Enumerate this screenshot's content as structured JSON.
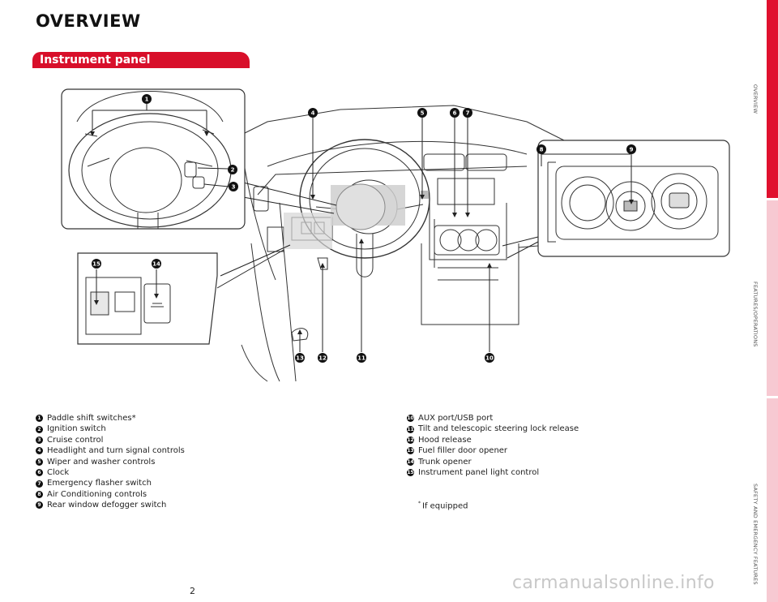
{
  "page": {
    "title": "OVERVIEW",
    "section": "Instrument panel",
    "page_number": "2"
  },
  "side_nav": [
    {
      "label": "OVERVIEW",
      "color": "#e0102e"
    },
    {
      "label": "FEATURES/OPERATIONS",
      "color": "#f7c9d2"
    },
    {
      "label": "SAFETY AND EMERGENCY FEATURES",
      "color": "#f7c9d2"
    }
  ],
  "legend_left": [
    {
      "num": "1",
      "text": "Paddle shift switches*"
    },
    {
      "num": "2",
      "text": "Ignition switch"
    },
    {
      "num": "3",
      "text": "Cruise control"
    },
    {
      "num": "4",
      "text": "Headlight and turn signal controls"
    },
    {
      "num": "5",
      "text": "Wiper and washer controls"
    },
    {
      "num": "6",
      "text": "Clock"
    },
    {
      "num": "7",
      "text": "Emergency flasher switch"
    },
    {
      "num": "8",
      "text": "Air Conditioning controls"
    },
    {
      "num": "9",
      "text": "Rear window defogger switch"
    }
  ],
  "legend_right": [
    {
      "num": "10",
      "text": "AUX port/USB port"
    },
    {
      "num": "11",
      "text": "Tilt and telescopic steering lock release"
    },
    {
      "num": "12",
      "text": "Hood release"
    },
    {
      "num": "13",
      "text": "Fuel filler door opener"
    },
    {
      "num": "14",
      "text": "Trunk opener"
    },
    {
      "num": "15",
      "text": "Instrument panel light control"
    }
  ],
  "figure_callouts": {
    "c1": "1",
    "c2": "2",
    "c3": "3",
    "c4": "4",
    "c5": "5",
    "c6": "6",
    "c7": "7",
    "c8": "8",
    "c9": "9",
    "c10": "10",
    "c11": "11",
    "c12": "12",
    "c13": "13",
    "c14": "14",
    "c15": "15"
  },
  "footnote": {
    "mark": "*",
    "text": "If equipped"
  },
  "watermark": "carmanualsonline.info",
  "colors": {
    "accent": "#d80f2a",
    "highlight": "#d0d0d0"
  }
}
